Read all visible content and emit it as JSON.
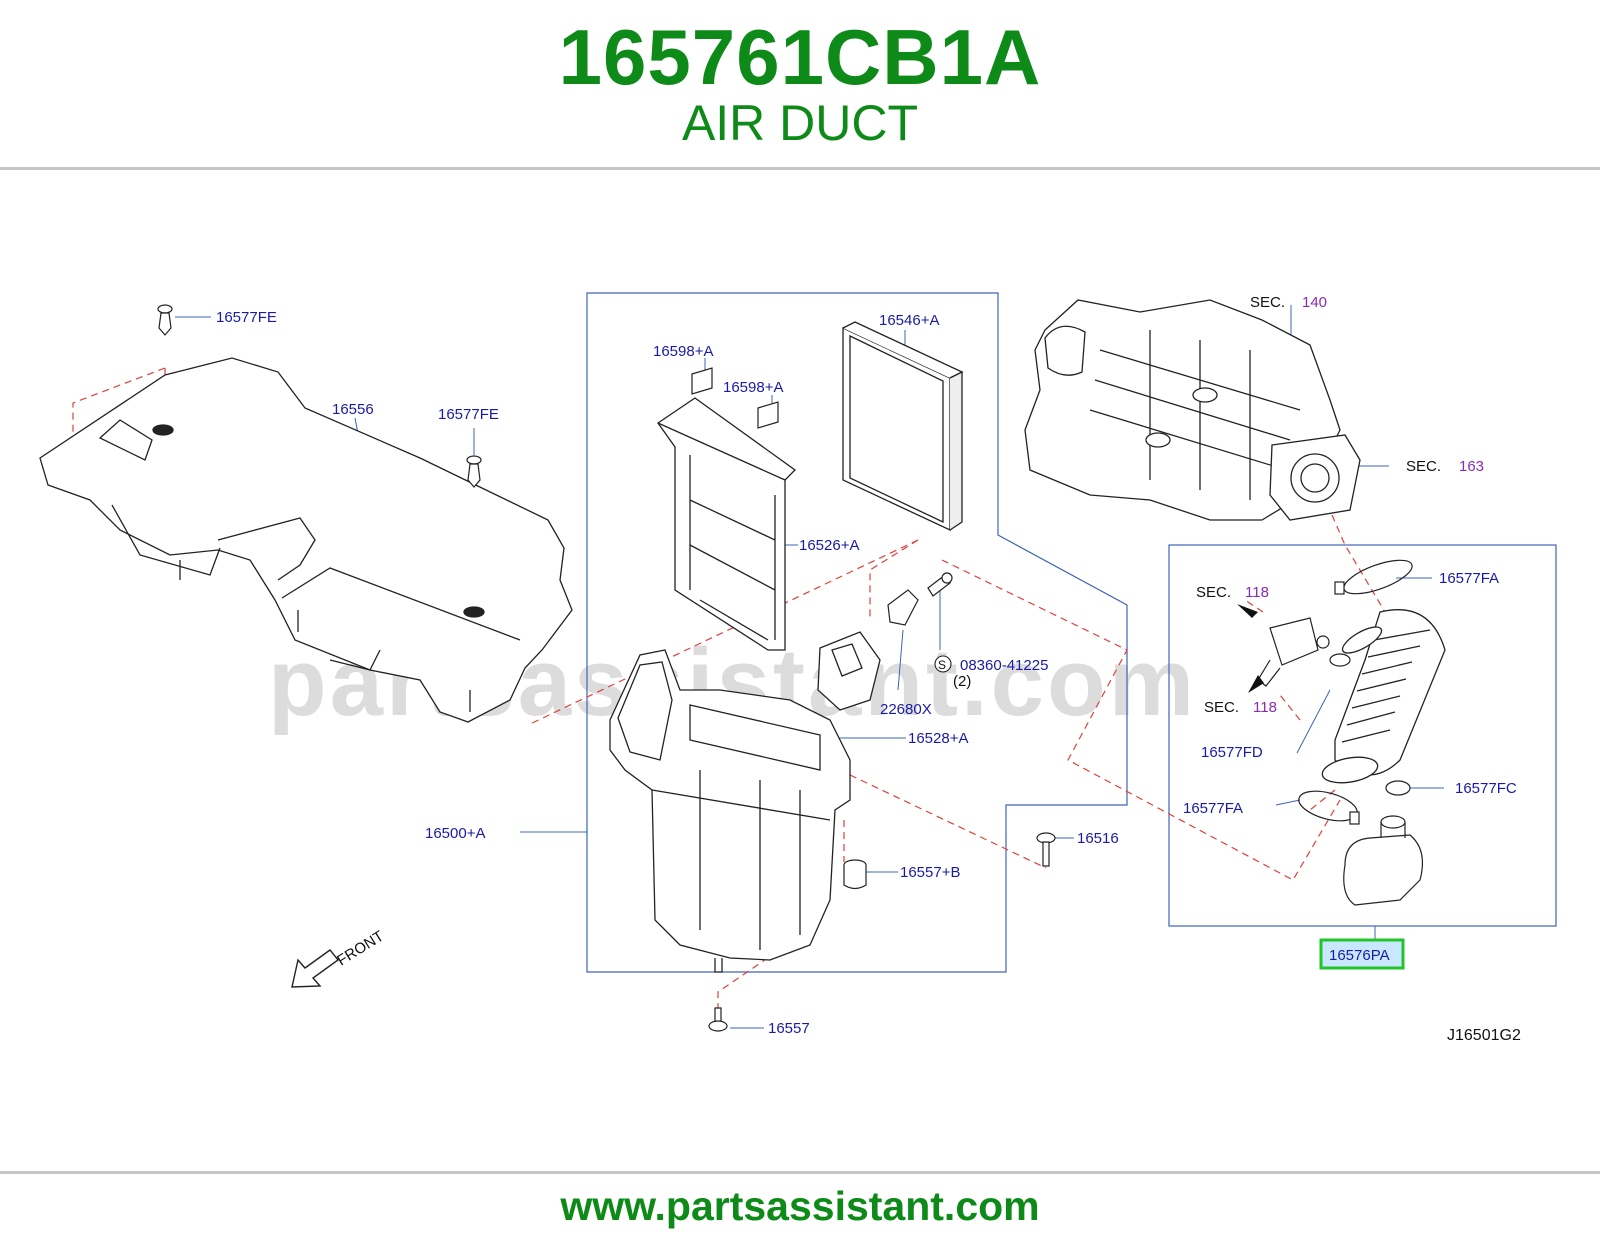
{
  "header": {
    "part_number": "165761CB1A",
    "part_name": "AIR DUCT"
  },
  "footer": {
    "url": "www.partsassistant.com"
  },
  "watermark": "partsassistant.com",
  "diagram_code": "J16501G2",
  "front_label": "FRONT",
  "highlight_color": "#22c42a",
  "text_color": "#0d8a18",
  "callouts": {
    "c16577FE_a": "16577FE",
    "c16556": "16556",
    "c16577FE_b": "16577FE",
    "c16598A_a": "16598+A",
    "c16598A_b": "16598+A",
    "c16546A": "16546+A",
    "c16526A": "16526+A",
    "c08360": "08360-41225",
    "c08360_qty": "(2)",
    "c08360_s": "S",
    "c22680X": "22680X",
    "c16528A": "16528+A",
    "c16500A": "16500+A",
    "c16516": "16516",
    "c16557B": "16557+B",
    "c16557": "16557",
    "c16577FA_a": "16577FA",
    "c16577FD": "16577FD",
    "c16577FC": "16577FC",
    "c16577FA_b": "16577FA",
    "c16576PA": "16576PA"
  },
  "sections": {
    "sec_word": "SEC.",
    "sec140": "140",
    "sec163": "163",
    "sec118_a": "118",
    "sec118_b": "118"
  }
}
